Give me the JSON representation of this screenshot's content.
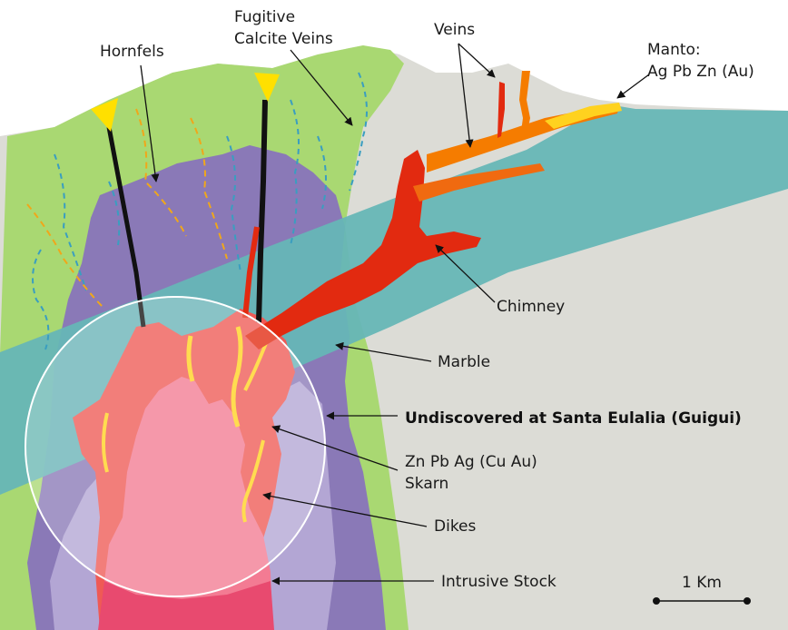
{
  "labels": {
    "hornfels": "Hornfels",
    "fugitive_line1": "Fugitive",
    "fugitive_line2": "Calcite Veins",
    "veins": "Veins",
    "manto_line1": "Manto:",
    "manto_line2": "Ag Pb Zn (Au)",
    "chimney": "Chimney",
    "marble": "Marble",
    "undiscovered": "Undiscovered at Santa Eulalia (Guigui)",
    "skarn_line1": "Zn  Pb Ag (Cu Au)",
    "skarn_line2": "Skarn",
    "dikes": "Dikes",
    "intrusive_stock": "Intrusive Stock"
  },
  "scale_bar": {
    "label": "1 Km"
  },
  "colors": {
    "background_rock": "#dcdcd6",
    "hornfels_green": "#a9d872",
    "marble_teal": "#66b6b6",
    "purple_aureole": "#8a79b7",
    "light_purple": "#b3a6d4",
    "skarn_red": "#ef5a55",
    "stock_pink": "#f37b93",
    "stock_core": "#e84a6f",
    "vein_red": "#e22a10",
    "vein_orange": "#f57c00",
    "yellow": "#ffd21f",
    "dashed_blue": "#3a9ec0",
    "dashed_orange": "#f0a71a"
  }
}
